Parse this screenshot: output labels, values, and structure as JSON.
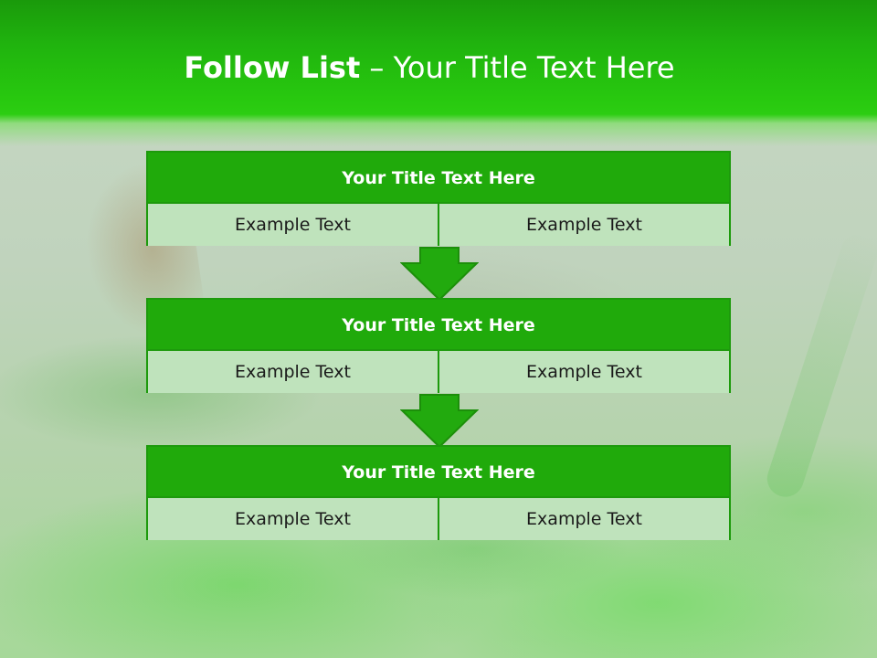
{
  "slide": {
    "title_bold": "Follow List",
    "title_rest": " – Your Title Text Here",
    "colors": {
      "header_green": "#20b40e",
      "card_title_green": "#20aa0b",
      "card_border": "#1d9a0c",
      "cell_bg": "#bfe3bc",
      "arrow_green": "#22aa0e"
    }
  },
  "cards": [
    {
      "title": "Your Title Text Here",
      "left": "Example Text",
      "right": "Example Text"
    },
    {
      "title": "Your Title Text Here",
      "left": "Example Text",
      "right": "Example Text"
    },
    {
      "title": "Your Title Text Here",
      "left": "Example Text",
      "right": "Example Text"
    }
  ],
  "arrows": [
    {
      "icon": "down-arrow-icon"
    },
    {
      "icon": "down-arrow-icon"
    }
  ]
}
